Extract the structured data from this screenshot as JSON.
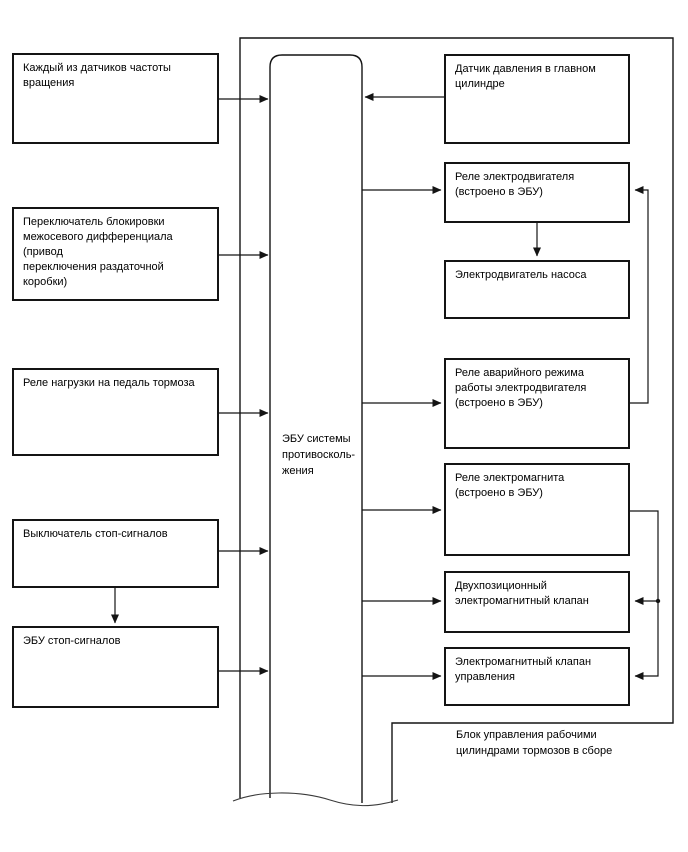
{
  "canvas": {
    "background": "#ffffff",
    "line_color": "#141414"
  },
  "diagram": {
    "skid_control_ecu": {
      "label": "ЭБУ системы\nпротивосколь-\nжения"
    },
    "assembly_label": "Блок управления рабочими\nцилиндрами тормозов в сборе",
    "left_boxes": [
      {
        "label": "Каждый из датчиков частоты\nвращения"
      },
      {
        "label": "Переключатель блокировки\nмежосевого дифференциала (привод\nпереключения раздаточной коробки)"
      },
      {
        "label": "Реле нагрузки на педаль тормоза"
      },
      {
        "label": "Выключатель стоп-сигналов"
      },
      {
        "label": "ЭБУ стоп-сигналов"
      }
    ],
    "right_boxes": [
      {
        "label": "Датчик давления в главном\nцилиндре"
      },
      {
        "label": "Реле электродвигателя\n(встроено в ЭБУ)"
      },
      {
        "label": "Электродвигатель насоса"
      },
      {
        "label": "Реле аварийного режима\nработы электродвигателя\n(встроено в ЭБУ)"
      },
      {
        "label": "Реле электромагнита\n(встроено в ЭБУ)"
      },
      {
        "label": "Двухпозиционный\nэлектромагнитный клапан"
      },
      {
        "label": "Электромагнитный клапан\nуправления"
      }
    ]
  }
}
